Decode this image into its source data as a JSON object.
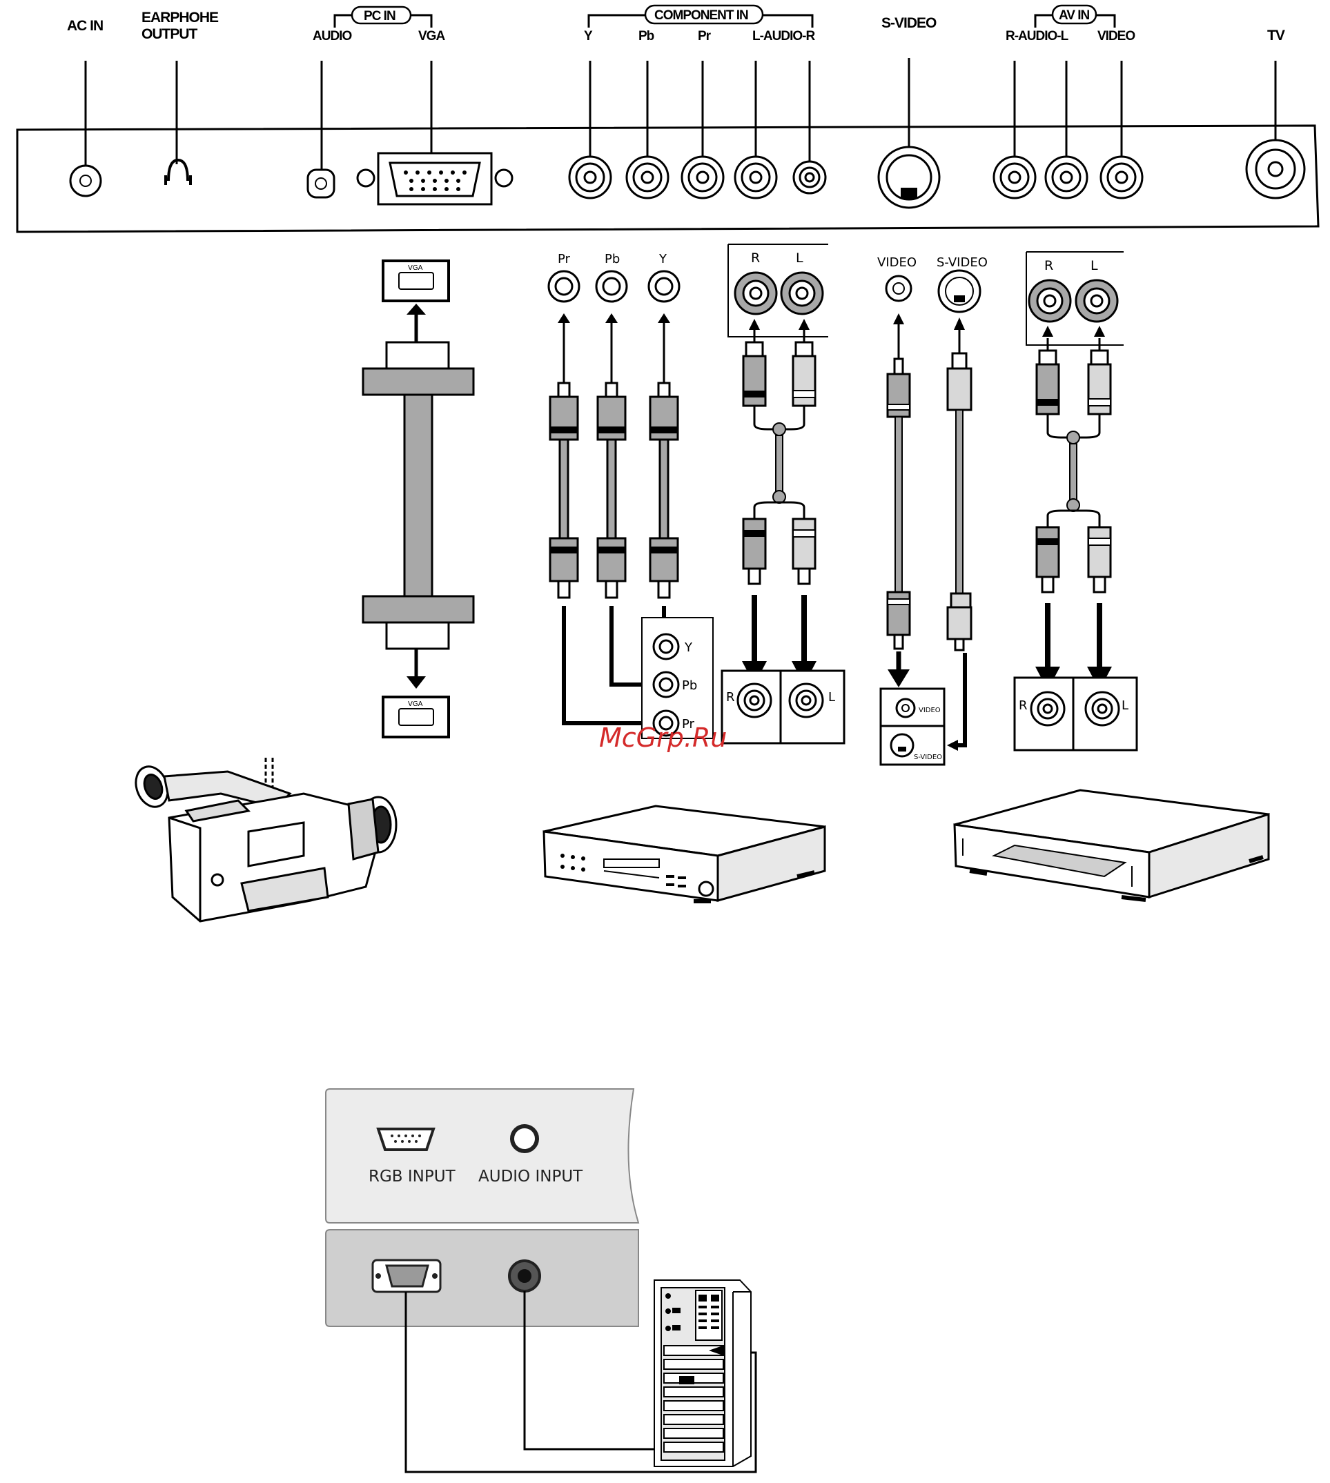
{
  "panel_labels": {
    "ac_in": "AC IN",
    "earphone_line1": "EARPHOHE",
    "earphone_line2": "OUTPUT",
    "pc_in": "PC IN",
    "pc_audio": "AUDIO",
    "pc_vga": "VGA",
    "component_in": "COMPONENT IN",
    "comp_y": "Y",
    "comp_pb": "Pb",
    "comp_pr": "Pr",
    "comp_audio": "L-AUDIO-R",
    "s_video": "S-VIDEO",
    "av_in": "AV IN",
    "av_audio": "R-AUDIO-L",
    "av_video": "VIDEO",
    "antenna": "TV"
  },
  "cable_labels": {
    "vga_top": "VGA",
    "vga_bottom": "VGA",
    "comp_pr": "Pr",
    "comp_pb": "Pb",
    "comp_y": "Y",
    "audio1_r": "R",
    "audio1_l": "L",
    "sv_video": "VIDEO",
    "sv_svideo": "S-VIDEO",
    "audio2_r": "R",
    "audio2_l": "L",
    "dev_comp_y": "Y",
    "dev_comp_pb": "Pb",
    "dev_comp_pr": "Pr",
    "dev_audio1_r": "R",
    "dev_audio1_l": "L",
    "dev_video": "VIDEO",
    "dev_svideo": "S-VIDEO",
    "dev_audio2_r": "R",
    "dev_audio2_l": "L"
  },
  "watermark": "McGrp.Ru",
  "pc_panel": {
    "rgb_input": "RGB INPUT",
    "audio_input": "AUDIO INPUT"
  },
  "colors": {
    "line": "#000000",
    "cable_gray": "#a8a8a8",
    "panel_gray": "#e4e4e4",
    "panel_dark": "#cfcfcf",
    "watermark": "#d42a2a"
  }
}
